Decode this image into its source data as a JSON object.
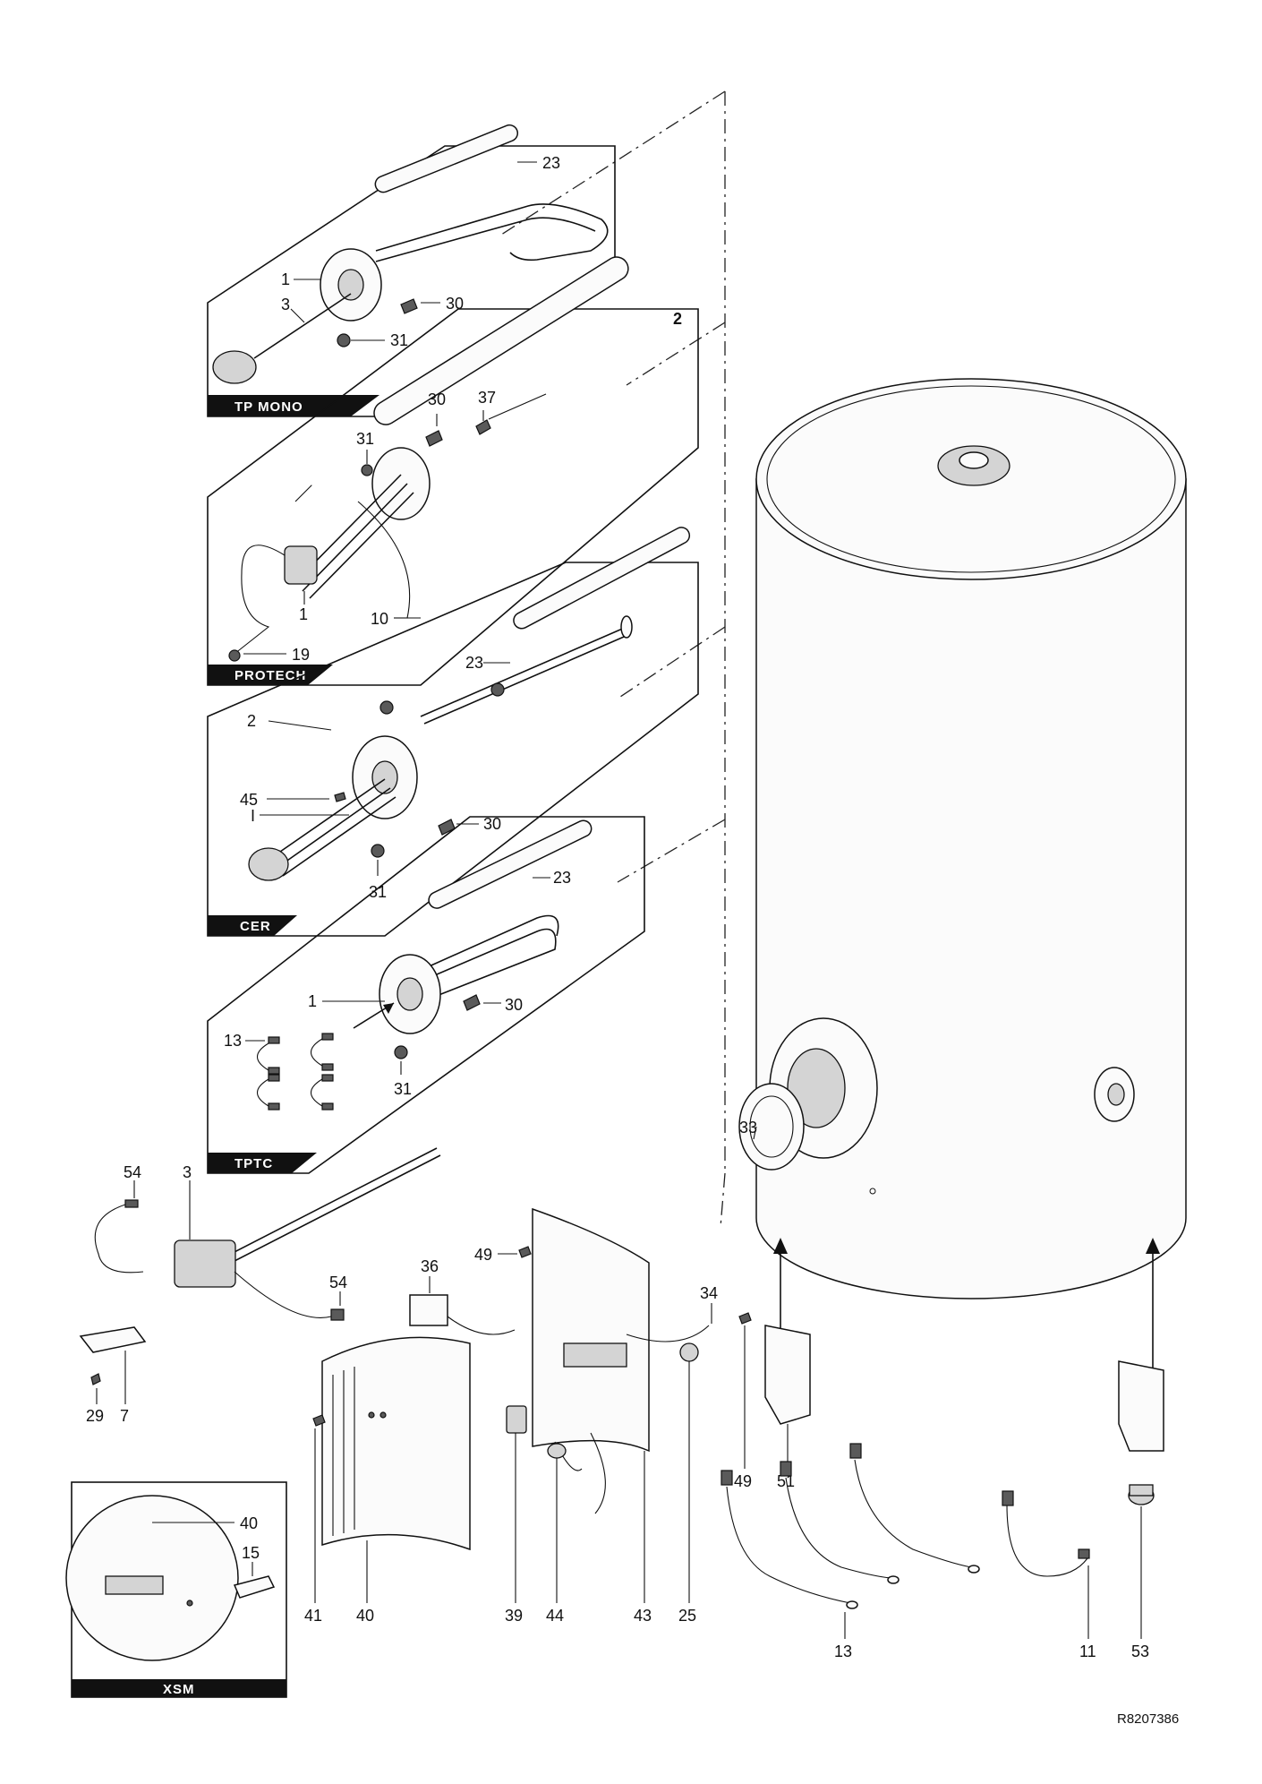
{
  "panels": {
    "tp_mono": "TP MONO",
    "protech": "PROTECH",
    "cer": "CER",
    "tptc": "TPTC",
    "xsm": "XSM"
  },
  "labels": {
    "tp_mono": {
      "l23": "23",
      "l1": "1",
      "l3": "3",
      "l30": "30",
      "l31": "31"
    },
    "protech": {
      "l2": "2",
      "l30": "30",
      "l37": "37",
      "l31": "31",
      "l1": "1",
      "l10": "10",
      "l19": "19"
    },
    "cer": {
      "l23": "23",
      "l2": "2",
      "l45": "45",
      "l1": "I",
      "l30": "30",
      "l31": "31"
    },
    "tptc": {
      "l23": "23",
      "l1": "1",
      "l30": "30",
      "l13": "13",
      "l31": "31"
    },
    "main": {
      "l33": "33",
      "l54a": "54",
      "l3": "3",
      "l49a": "49",
      "l36": "36",
      "l54b": "54",
      "l34": "34",
      "l29": "29",
      "l7": "7",
      "l49b": "49",
      "l51": "51",
      "l41": "41",
      "l40": "40",
      "l39": "39",
      "l44": "44",
      "l43": "43",
      "l25": "25",
      "l13": "13",
      "l11": "11",
      "l53": "53"
    },
    "xsm": {
      "l40": "40",
      "l15": "15"
    }
  },
  "reference": "R8207386"
}
